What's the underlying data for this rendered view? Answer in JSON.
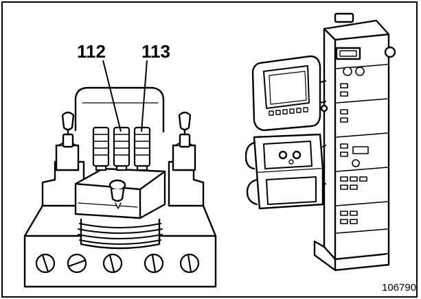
{
  "figure": {
    "callouts": [
      "112",
      "113"
    ],
    "reference_number": "106790"
  },
  "colors": {
    "ink": "#000000",
    "paper": "#ffffff"
  },
  "icons": [
    "servo-test-bench-icon",
    "electronic-control-cabinet-icon"
  ]
}
